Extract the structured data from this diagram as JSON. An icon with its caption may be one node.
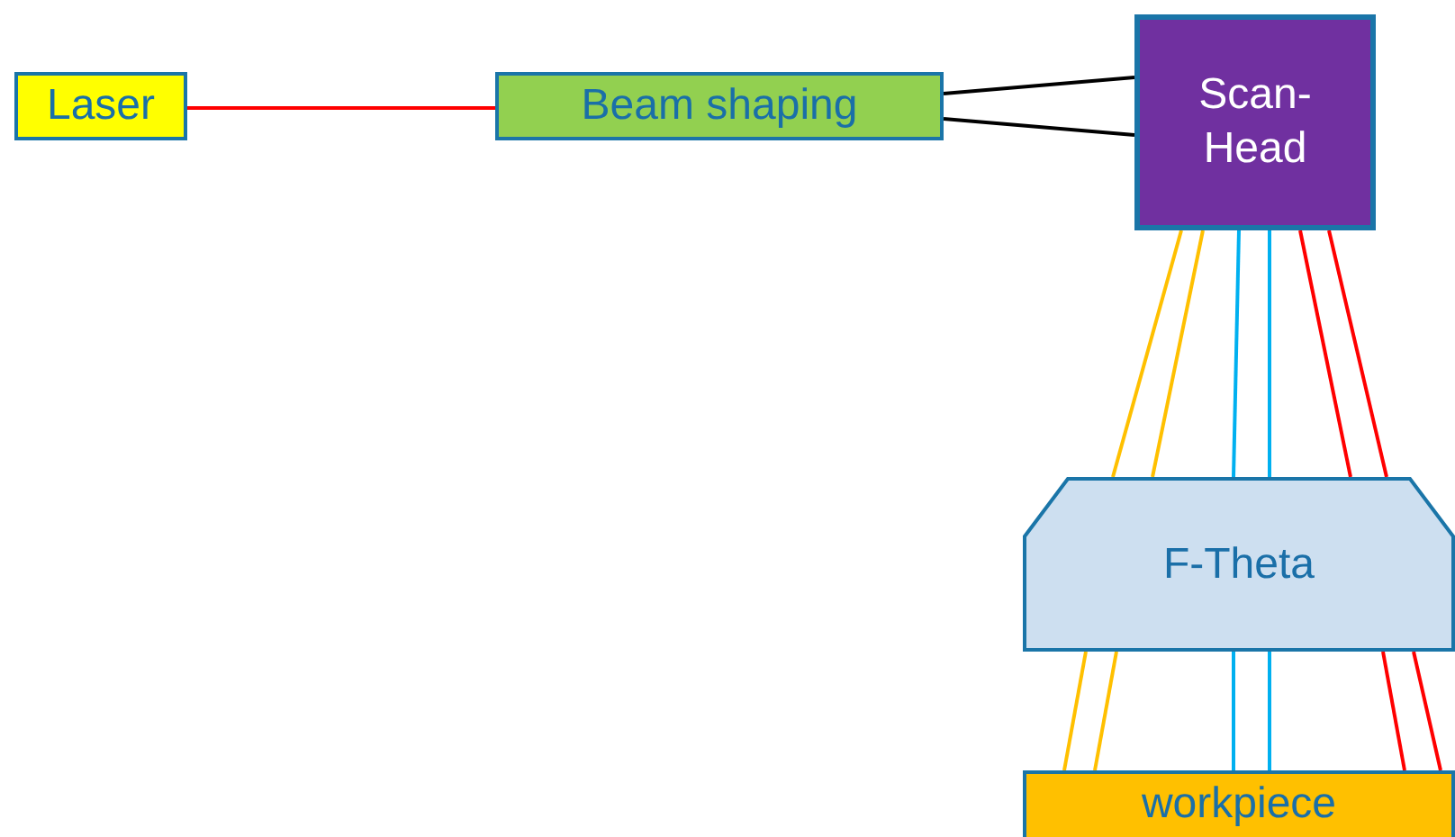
{
  "diagram": {
    "nodes": [
      {
        "text": [
          "Laser"
        ]
      },
      {
        "text": [
          "Beam shaping"
        ]
      },
      {
        "text": [
          "Scan-Head"
        ]
      },
      {
        "text": [
          "F-Theta"
        ]
      },
      {
        "text": [
          "workpiece"
        ]
      }
    ],
    "edges": [
      {
        "from": 0,
        "to": 1,
        "arrow": "none",
        "color": "#ff0000"
      },
      {
        "from": 1,
        "to": 2,
        "arrow": "none",
        "color": "#000000"
      },
      {
        "from": 1,
        "to": 2,
        "arrow": "none",
        "color": "#000000"
      },
      {
        "from": 2,
        "to": 3,
        "arrow": "none",
        "color": "#ffc000"
      },
      {
        "from": 2,
        "to": 3,
        "arrow": "none",
        "color": "#ffc000"
      },
      {
        "from": 2,
        "to": 3,
        "arrow": "none",
        "color": "#00b0f0"
      },
      {
        "from": 2,
        "to": 3,
        "arrow": "none",
        "color": "#00b0f0"
      },
      {
        "from": 2,
        "to": 3,
        "arrow": "none",
        "color": "#ff0000"
      },
      {
        "from": 2,
        "to": 3,
        "arrow": "none",
        "color": "#ff0000"
      },
      {
        "from": 3,
        "to": 4,
        "arrow": "none",
        "color": "#ffc000"
      },
      {
        "from": 3,
        "to": 4,
        "arrow": "none",
        "color": "#ffc000"
      },
      {
        "from": 3,
        "to": 4,
        "arrow": "none",
        "color": "#00b0f0"
      },
      {
        "from": 3,
        "to": 4,
        "arrow": "none",
        "color": "#00b0f0"
      },
      {
        "from": 3,
        "to": 4,
        "arrow": "none",
        "color": "#ff0000"
      },
      {
        "from": 3,
        "to": 4,
        "arrow": "none",
        "color": "#ff0000"
      }
    ]
  }
}
